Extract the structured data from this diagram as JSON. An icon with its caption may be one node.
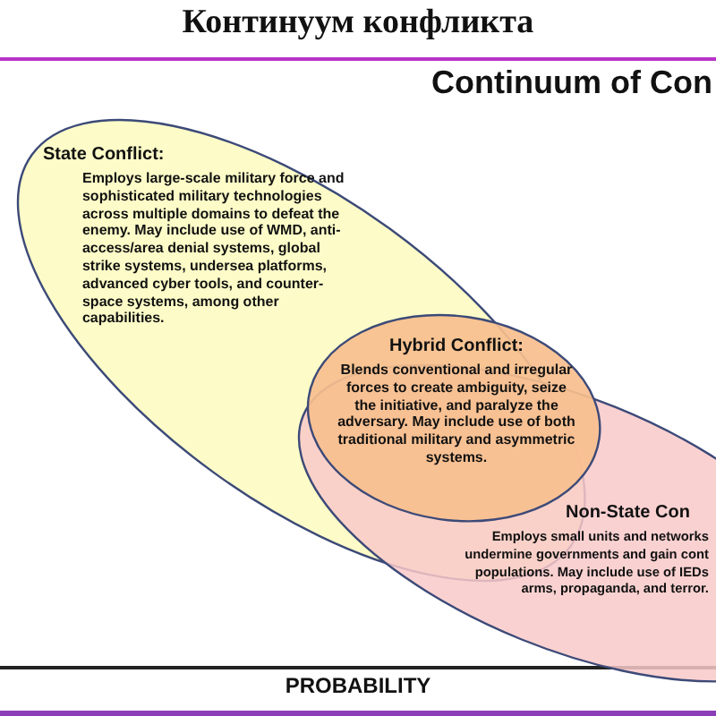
{
  "diagram": {
    "title": "Континуум конфликта",
    "nodes": [
      {
        "text": [
          "State Conflict:",
          "Employs large-scale military force and sophisticated military technologies across multiple domains to defeat the enemy.  May include use of WMD, anti-access/area denial systems, global strike systems, undersea platforms, advanced cyber tools, and counter-space systems, among other capabilities."
        ]
      },
      {
        "text": [
          "Hybrid Conflict:",
          "Blends conventional and irregular forces to create ambiguity, seize the initiative, and paralyze the adversary.  May include use of both traditional military and asymmetric systems."
        ]
      },
      {
        "text": [
          "Non-State Con",
          "Employs small units and networks undermine governments and gain cont populations.  May include use of IEDs arms, propaganda, and terror."
        ]
      }
    ],
    "labels": [
      "Continuum of Con",
      "PROBABILITY"
    ]
  }
}
